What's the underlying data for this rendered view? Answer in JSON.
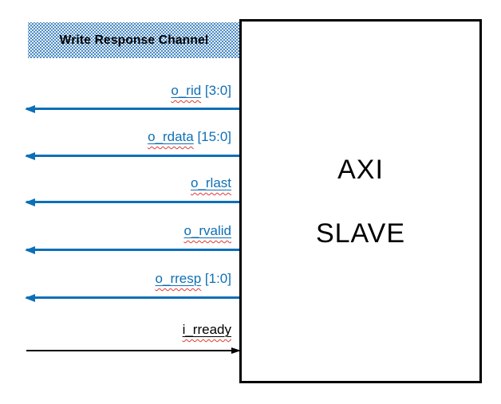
{
  "channel": {
    "title": "Write Response Channel"
  },
  "block": {
    "line1": "AXI",
    "line2": "SLAVE"
  },
  "colors": {
    "signal_blue": "#0d6fb8",
    "label_blue": "#0f6fb5",
    "input_black": "#000000",
    "squiggle_red": "#e0392f",
    "pattern_dot_blue": "#4a8ac4"
  },
  "signals": [
    {
      "name": "o_rid",
      "suffix": " [3:0]",
      "direction": "output"
    },
    {
      "name": "o_rdata",
      "suffix": " [15:0]",
      "direction": "output"
    },
    {
      "name": "o_rlast",
      "suffix": "",
      "direction": "output"
    },
    {
      "name": "o_rvalid",
      "suffix": "",
      "direction": "output"
    },
    {
      "name": "o_rresp",
      "suffix": " [1:0]",
      "direction": "output"
    },
    {
      "name": "i_rready",
      "suffix": "",
      "direction": "input"
    }
  ]
}
